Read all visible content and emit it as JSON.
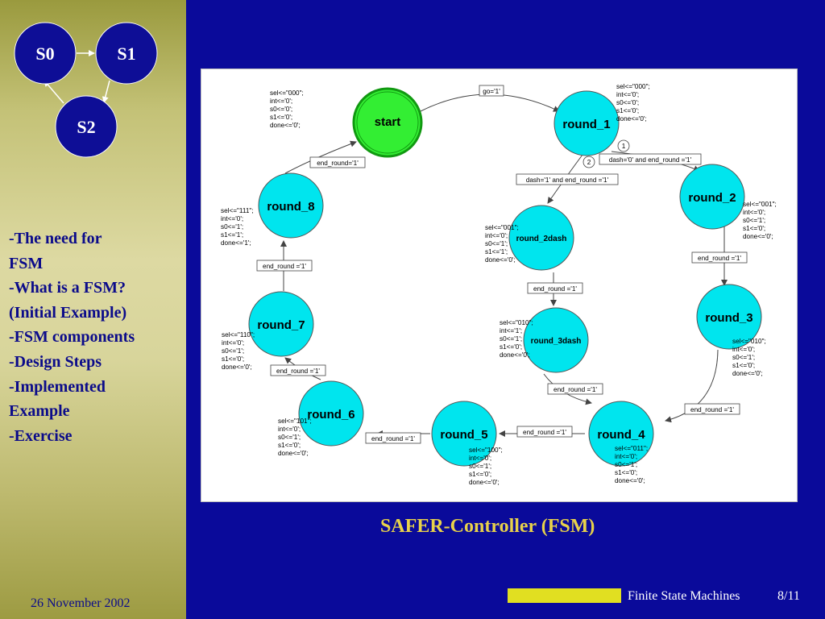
{
  "sidebar": {
    "mini_fsm": {
      "states": [
        "S0",
        "S1",
        "S2"
      ],
      "fill": "#0e0e96",
      "stroke": "#ffffff"
    },
    "menu": [
      "-The need for\nFSM",
      "-What is a FSM?\n(Initial Example)",
      "-FSM components",
      "-Design Steps",
      "-Implemented\nExample",
      "-Exercise"
    ],
    "date": "26 November 2002"
  },
  "fsm": {
    "states": {
      "start": "start",
      "round_1": "round_1",
      "round_2": "round_2",
      "round_2dash": "round_2dash",
      "round_3": "round_3",
      "round_3dash": "round_3dash",
      "round_4": "round_4",
      "round_5": "round_5",
      "round_6": "round_6",
      "round_7": "round_7",
      "round_8": "round_8"
    },
    "transitions": {
      "go": "go='1'",
      "end_round_start": "end_round='1'",
      "dash0": "dash='0' and end_round ='1'",
      "dash1": "dash='1' and end_round ='1'",
      "r2_r3": "end_round ='1'",
      "r2d_r3d": "end_round ='1'",
      "r3d_r4": "end_round ='1'",
      "r3_r4": "end_round ='1'",
      "r4_r5": "end_round ='1'",
      "r5_r6": "end_round ='1'",
      "r6_r7": "end_round ='1'",
      "r7_r8": "end_round ='1'",
      "priority_1": "1",
      "priority_2": "2"
    },
    "outputs": {
      "start": [
        "sel<=\"000\";",
        "int<='0';",
        "s0<='0';",
        "s1<='0';",
        "done<='0';"
      ],
      "round_1": [
        "sel<=\"000\";",
        "int<='0';",
        "s0<='0';",
        "s1<='0';",
        "done<='0';"
      ],
      "round_2": [
        "sel<=\"001\";",
        "int<='0';",
        "s0<='1';",
        "s1<='0';",
        "done<='0';"
      ],
      "round_2dash": [
        "sel<=\"001\";",
        "int<='0';",
        "s0<='1';",
        "s1<='1';",
        "done<='0';"
      ],
      "round_3": [
        "sel<=\"010\";",
        "int<='0';",
        "s0<='1';",
        "s1<='0';",
        "done<='0';"
      ],
      "round_3dash": [
        "sel<=\"010\";",
        "int<='1';",
        "s0<='1';",
        "s1<='0';",
        "done<='0';"
      ],
      "round_4": [
        "sel<=\"011\";",
        "int<='0';",
        "s0<='1';",
        "s1<='0';",
        "done<='0';"
      ],
      "round_5": [
        "sel<=\"100\";",
        "int<='0';",
        "s0<='1';",
        "s1<='0';",
        "done<='0';"
      ],
      "round_6": [
        "sel<=\"101\";",
        "int<='0';",
        "s0<='1';",
        "s1<='0';",
        "done<='0';"
      ],
      "round_7": [
        "sel<=\"110\";",
        "int<='0';",
        "s0<='1';",
        "s1<='0';",
        "done<='0';"
      ],
      "round_8": [
        "sel<=\"111\";",
        "int<='0';",
        "s0<='1';",
        "s1<='1';",
        "done<='1';"
      ]
    },
    "colors": {
      "state": "#00e5ee",
      "start": "#33ee33",
      "line": "#444444"
    }
  },
  "caption": "SAFER-Controller (FSM)",
  "footer": {
    "title": "Finite State Machines",
    "page": "8/11",
    "bar_color": "#e1df21"
  }
}
